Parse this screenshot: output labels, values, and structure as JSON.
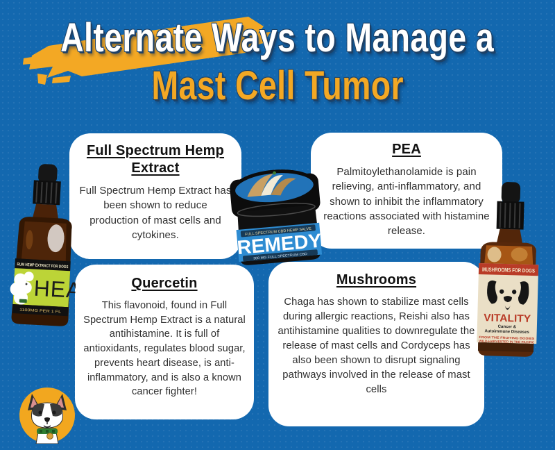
{
  "title": {
    "line1": "Alternate Ways to Manage a",
    "line2": "Mast Cell Tumor"
  },
  "cards": [
    {
      "heading": "Full Spectrum Hemp Extract",
      "body": "Full Spectrum Hemp Extract has been shown to reduce production of mast cells and cytokines."
    },
    {
      "heading": "PEA",
      "body": "Palmitoylethanolamide is pain relieving, anti-inflammatory, and shown to inhibit the inflammatory reactions associated with histamine release."
    },
    {
      "heading": "Quercetin",
      "body": "This flavonoid, found in Full Spectrum Hemp Extract is a natural antihistamine. It is full of antioxidants, regulates blood sugar, prevents heart disease, is anti-inflammatory, and is also a known cancer fighter!"
    },
    {
      "heading": "Mushrooms",
      "body": "Chaga has shown to stabilize mast cells during allergic reactions, Reishi also has antihistamine qualities to downregulate the release of mast cells and Cordyceps has also been shown to disrupt signaling pathways involved in the release of mast cells"
    }
  ],
  "products": {
    "hemp_tincture": {
      "band_top": "RUM HEMP EXTRACT FOR DOGS",
      "label_letters": "HEA",
      "band_bottom": "1100MG PER 1 FL"
    },
    "remedy_jar": {
      "band_top": "FULL SPECTRUM CBD HEMP SALVE",
      "name": "REMEDY",
      "band_bottom": "300 MG FULL SPECTRUM CBD"
    },
    "mushroom_tincture": {
      "banner": "MUSHROOMS FOR DOGS",
      "name": "VITALITY",
      "subtitle_line1": "Cancer &",
      "subtitle_line2": "Autoimmune Diseases",
      "fine_print_line1": "FROM THE FRUITING BODIES",
      "fine_print_line2": "WILD-HARVESTED IN THE PACIFIC"
    }
  },
  "colors": {
    "background_blue": "#1368af",
    "accent_yellow": "#f3a824",
    "title_shadow_navy": "#1e4166",
    "card_white": "#ffffff",
    "hemp_label_green": "#bcd437",
    "remedy_label_blue": "#2e8cd2",
    "vitality_red": "#b93b27",
    "badge_yellow": "#f2a71f"
  }
}
